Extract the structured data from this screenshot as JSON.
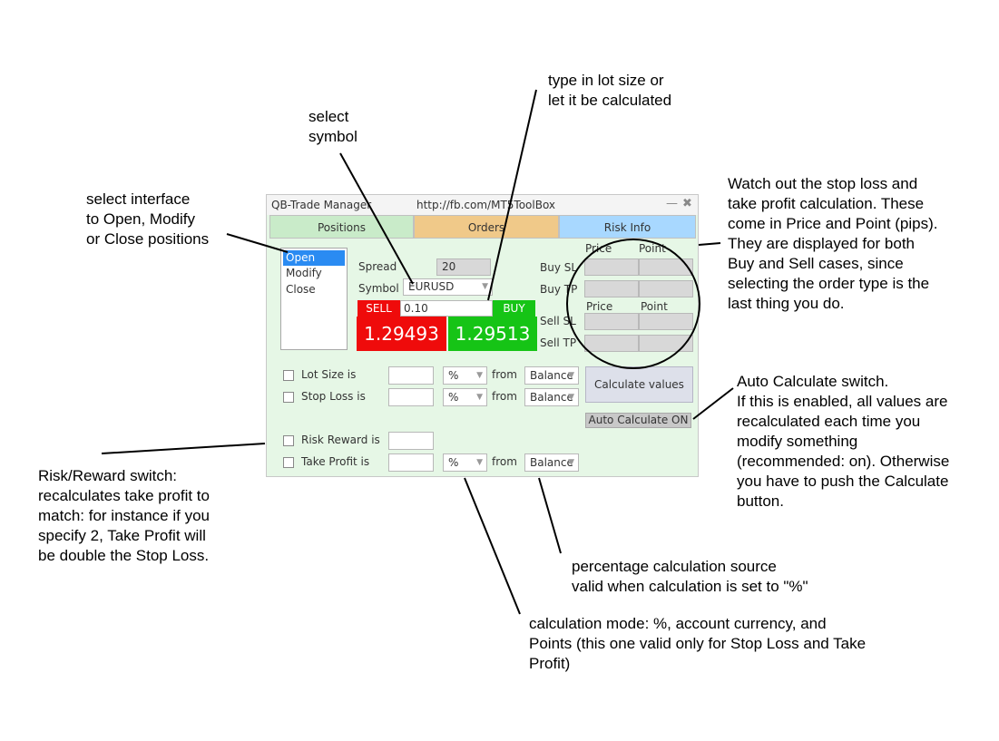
{
  "window": {
    "title": "QB-Trade Manager",
    "url": "http://fb.com/MT5ToolBox",
    "minimize_glyph": "—",
    "close_glyph": "✖"
  },
  "tabs": [
    {
      "label": "Positions",
      "color": "#c9ebc9"
    },
    {
      "label": "Orders",
      "color": "#f0c989"
    },
    {
      "label": "Risk Info",
      "color": "#a8d8ff"
    }
  ],
  "modes": [
    {
      "label": "Open",
      "selected": true
    },
    {
      "label": "Modify",
      "selected": false
    },
    {
      "label": "Close",
      "selected": false
    }
  ],
  "trade": {
    "spread_label": "Spread",
    "spread_value": "20",
    "symbol_label": "Symbol",
    "symbol_value": "EURUSD",
    "sell_label": "SELL",
    "buy_label": "BUY",
    "lot_value": "0.10",
    "bid": "1.29493",
    "ask": "1.29513"
  },
  "risk_info": {
    "price_header": "Price",
    "point_header": "Point",
    "buy_sl": "Buy SL",
    "buy_tp": "Buy TP",
    "sell_sl": "Sell SL",
    "sell_tp": "Sell TP"
  },
  "settings": [
    {
      "label": "Lot Size is",
      "mode": "%",
      "from_label": "from",
      "source": "Balance"
    },
    {
      "label": "Stop Loss is",
      "mode": "%",
      "from_label": "from",
      "source": "Balance"
    },
    {
      "label": "Risk Reward is"
    },
    {
      "label": "Take Profit is",
      "mode": "%",
      "from_label": "from",
      "source": "Balance"
    }
  ],
  "buttons": {
    "calculate": "Calculate values",
    "auto_calculate": "Auto Calculate ON"
  },
  "annotations": {
    "lot_size": "type in lot size or\nlet it be calculated",
    "symbol": "select\nsymbol",
    "interface": "select interface\nto Open, Modify\nor Close positions",
    "stop_loss": "Watch out the stop loss and\ntake profit calculation. These\ncome in Price and Point (pips).\nThey are displayed for both\nBuy and Sell cases, since\nselecting the order type is the\nlast thing you do.",
    "auto_calc": "Auto Calculate switch.\nIf this is enabled, all values are\nrecalculated each time you\nmodify something\n(recommended: on). Otherwise\nyou have to push the Calculate\nbutton.",
    "risk_reward": "Risk/Reward switch:\nrecalculates take profit to\nmatch: for instance if you\nspecify 2, Take Profit will\nbe double the Stop Loss.",
    "percentage_source": "percentage calculation source\nvalid when calculation is set to \"%\"",
    "calc_mode": "calculation mode: %, account currency, and\nPoints (this one valid only for Stop Loss and Take\nProfit)"
  }
}
